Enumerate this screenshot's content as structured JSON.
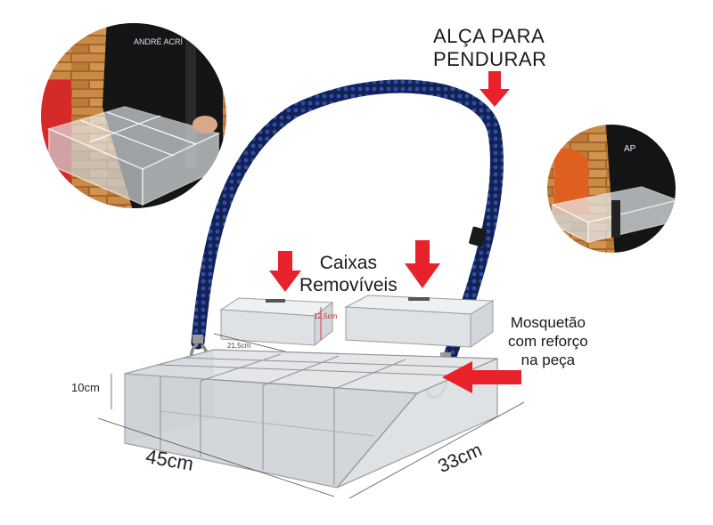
{
  "labels": {
    "handle_line1": "ALÇA PARA",
    "handle_line2": "PENDURAR",
    "boxes_line1": "Caixas",
    "boxes_line2": "Removíveis",
    "clip_line1": "Mosquetão",
    "clip_line2": "com reforço",
    "clip_line3": "na peça"
  },
  "dimensions": {
    "height": "10cm",
    "width": "45cm",
    "depth": "33cm",
    "small_box_height": "12,5cm",
    "small_box_width": "21,5cm"
  },
  "photos": {
    "left_shirt_text": "ANDRÉ ACRÍ",
    "right_shirt_text": "AP"
  },
  "colors": {
    "arrow": "#e8212a",
    "strap": "#1c2f6e",
    "acrylic": "#d9dadc",
    "brick": "#b8742f"
  }
}
